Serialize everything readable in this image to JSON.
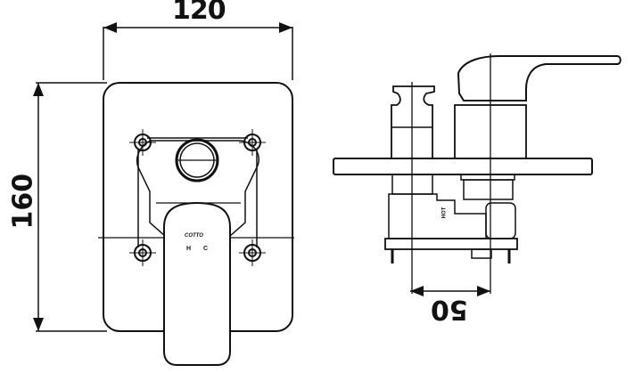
{
  "drawing": {
    "type": "technical-dimension-drawing",
    "subject": "concealed single-lever shower mixer with diverter",
    "views": [
      "front-view",
      "side-view"
    ],
    "units": "mm"
  },
  "dimensions": {
    "width": "120",
    "height": "160",
    "depth": "50"
  },
  "labels": {
    "brand_mark": "COTTO",
    "hot_indicator": "H",
    "cold_indicator": "C",
    "side_hot_label": "HOT"
  },
  "colors": {
    "line": "#111111",
    "background": "#ffffff"
  }
}
